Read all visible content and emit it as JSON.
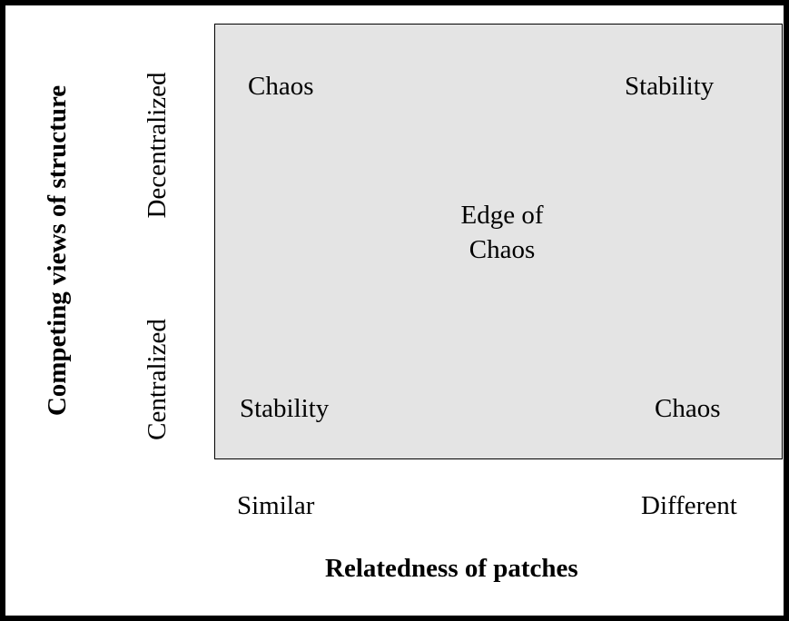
{
  "y_axis": {
    "title": "Competing views of structure",
    "top_label": "Decentralized",
    "bottom_label": "Centralized"
  },
  "x_axis": {
    "title": "Relatedness of patches",
    "left_label": "Similar",
    "right_label": "Different"
  },
  "quadrants": {
    "top_left": "Chaos",
    "top_right": "Stability",
    "bottom_left": "Stability",
    "bottom_right": "Chaos"
  },
  "center": {
    "line1": "Edge of",
    "line2": "Chaos"
  },
  "colors": {
    "panel_fill": "#e4e4e4",
    "border": "#000000",
    "background": "#ffffff"
  }
}
